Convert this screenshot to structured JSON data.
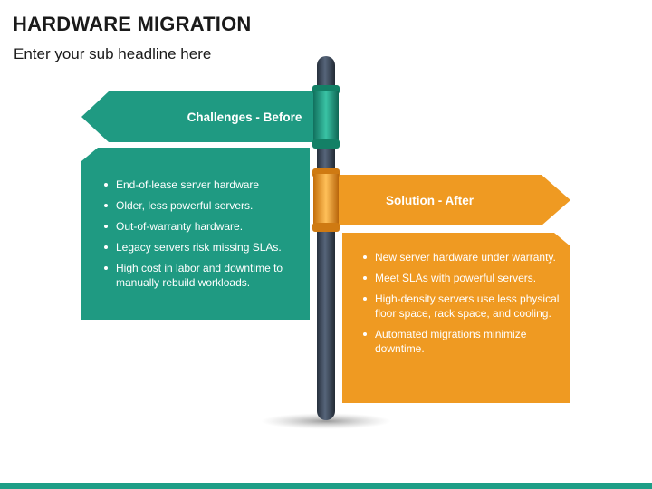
{
  "header": {
    "title": "HARDWARE MIGRATION",
    "subtitle": "Enter your sub headline here"
  },
  "colors": {
    "teal": "#1f9a82",
    "teal_dark": "#157a66",
    "orange": "#ef9a22",
    "orange_dark": "#d27c10",
    "pole": "#3b4656"
  },
  "signs": {
    "before": {
      "label": "Challenges - Before",
      "bullets": [
        "End-of-lease server hardware",
        "Older, less powerful servers.",
        "Out-of-warranty hardware.",
        "Legacy servers risk missing SLAs.",
        "High cost in labor and downtime to manually rebuild workloads."
      ]
    },
    "after": {
      "label": "Solution - After",
      "bullets": [
        "New server hardware under warranty.",
        "Meet SLAs with powerful servers.",
        "High-density servers use less physical floor space, rack space, and cooling.",
        "Automated migrations minimize downtime."
      ]
    }
  }
}
